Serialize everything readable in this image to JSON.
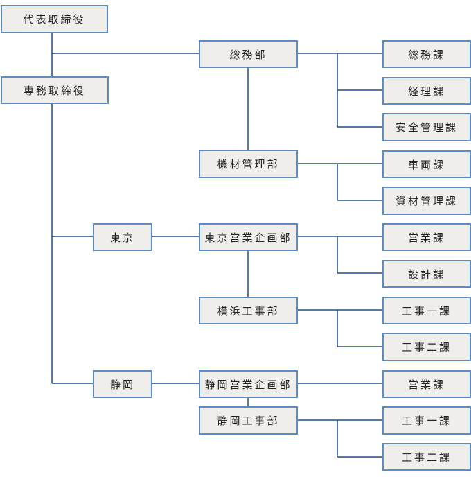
{
  "colors": {
    "line": "#1f4e8c",
    "box_border": "#5b8cc2",
    "box_fill": "#efeeea"
  },
  "nodes": {
    "ceo": "代表取締役",
    "senior_md": "専務取締役",
    "general_affairs_dept": "総務部",
    "equipment_dept": "機材管理部",
    "tokyo": "東京",
    "tokyo_sales_dept": "東京営業企画部",
    "yokohama_construction_dept": "横浜工事部",
    "shizuoka": "静岡",
    "shizuoka_sales_dept": "静岡営業企画部",
    "shizuoka_construction_dept": "静岡工事部",
    "sections": [
      "総務課",
      "経理課",
      "安全管理課",
      "車両課",
      "資材管理課",
      "営業課",
      "設計課",
      "工事一課",
      "工事二課",
      "営業課",
      "工事一課",
      "工事二課"
    ]
  }
}
